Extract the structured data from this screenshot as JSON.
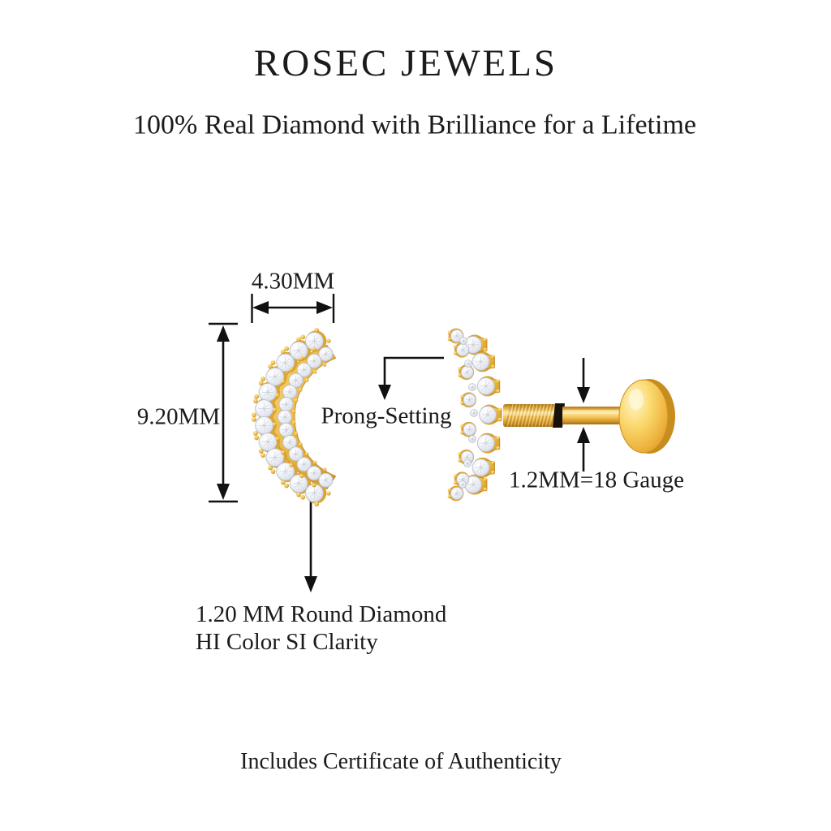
{
  "header": {
    "brand_title": "ROSEC JEWELS",
    "tagline": "100% Real Diamond with Brilliance for a Lifetime"
  },
  "diagram": {
    "width_dimension": "4.30MM",
    "height_dimension": "9.20MM",
    "setting_callout": "Prong-Setting",
    "post_gauge_callout": "1.2MM=18 Gauge",
    "stone_callout_line1": "1.20 MM Round Diamond",
    "stone_callout_line2": "HI Color SI Clarity"
  },
  "footer": {
    "note": "Includes Certificate of Authenticity"
  },
  "colors": {
    "background": "#FFFFFF",
    "text": "#1B1B1B",
    "dimension_lines": "#111111",
    "gold": "#EDB83E",
    "gold_light": "#FFE79B",
    "gold_dark": "#C08A26",
    "diamond": "#E9ECF3"
  }
}
